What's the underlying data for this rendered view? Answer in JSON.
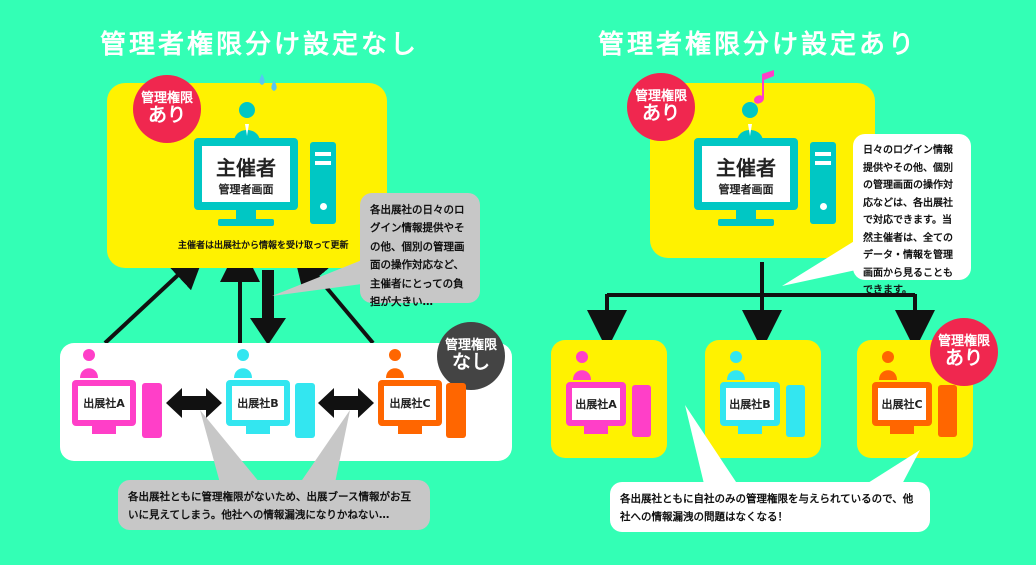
{
  "left": {
    "title": "管理者権限分け設定なし",
    "host_badge": {
      "line1": "管理権限",
      "line2": "あり"
    },
    "host": {
      "title": "主催者",
      "subtitle": "管理者画面",
      "caption": "主催者は出展社から情報を受け取って更新"
    },
    "host_bubble": "各出展社の日々のログイン情報提供やその他、個別の管理画面の操作対応など、主催者にとっての負担が大きい…",
    "exhibitor_badge": {
      "line1": "管理権限",
      "line2": "なし"
    },
    "exhibitors": [
      {
        "label": "出展社A",
        "color": "#FF3FC8"
      },
      {
        "label": "出展社B",
        "color": "#33E6F0"
      },
      {
        "label": "出展社C",
        "color": "#FF6600"
      }
    ],
    "bottom_bubble": "各出展社ともに管理権限がないため、出展ブース情報がお互いに見えてしまう。他社への情報漏洩になりかねない…"
  },
  "right": {
    "title": "管理者権限分け設定あり",
    "host_badge": {
      "line1": "管理権限",
      "line2": "あり"
    },
    "host": {
      "title": "主催者",
      "subtitle": "管理者画面"
    },
    "host_bubble": "日々のログイン情報提供やその他、個別の管理画面の操作対応などは、各出展社で対応できます。当然主催者は、全てのデータ・情報を管理画面から見ることもできます。",
    "exhibitor_badge": {
      "line1": "管理権限",
      "line2": "あり"
    },
    "exhibitors": [
      {
        "label": "出展社A",
        "color": "#FF3FC8"
      },
      {
        "label": "出展社B",
        "color": "#33E6F0"
      },
      {
        "label": "出展社C",
        "color": "#FF6600"
      }
    ],
    "bottom_bubble": "各出展社ともに自社のみの管理権限を与えられているので、他社への情報漏洩の問題はなくなる！"
  },
  "colors": {
    "background": "#33FFB5",
    "yellow": "#FFF200",
    "host_monitor": "#00C7C4",
    "badge_red": "#F0274F",
    "badge_dark": "#444444"
  },
  "icons": [
    "sweat-drop-icon",
    "music-note-icon",
    "person-icon",
    "computer-icon",
    "double-arrow-icon"
  ]
}
